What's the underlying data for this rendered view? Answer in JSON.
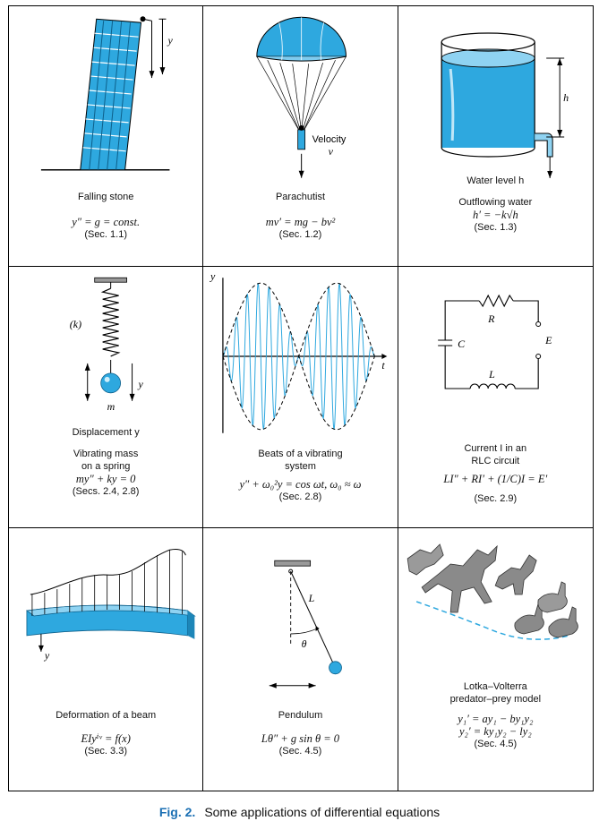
{
  "cells": [
    {
      "title": "Falling stone",
      "eq": "y″ = g = const.",
      "sec": "(Sec. 1.1)",
      "y_label": "y"
    },
    {
      "title": "Parachutist",
      "eq": "mv′ = mg − bv²",
      "sec": "(Sec. 1.2)",
      "velocity_label": "Velocity",
      "v_label": "v"
    },
    {
      "title1": "Water level h",
      "title2": "Outflowing water",
      "eq": "h′ = −k√h",
      "sec": "(Sec. 1.3)",
      "h_label": "h"
    },
    {
      "title1": "Displacement y",
      "title2": "Vibrating mass",
      "title3": "on a spring",
      "eq": "my″ + ky = 0",
      "sec": "(Secs. 2.4, 2.8)",
      "k_label": "(k)",
      "m_label": "m",
      "y_label": "y"
    },
    {
      "title1": "Beats of a vibrating",
      "title2": "system",
      "eq": "y″ + ω₀²y = cos ωt,   ω₀ ≈ ω",
      "sec": "(Sec. 2.8)",
      "y_label": "y",
      "t_label": "t"
    },
    {
      "title1": "Current I in an",
      "title2": "RLC circuit",
      "eq": "LI″ + RI′ + (1/C)I = E′",
      "sec": "(Sec. 2.9)",
      "R_label": "R",
      "C_label": "C",
      "L_label": "L",
      "E_label": "E"
    },
    {
      "title": "Deformation of a beam",
      "eq": "EIyⁱᵛ = f(x)",
      "sec": "(Sec. 3.3)",
      "y_label": "y"
    },
    {
      "title": "Pendulum",
      "eq": "Lθ″ + g sin θ = 0",
      "sec": "(Sec. 4.5)",
      "L_label": "L",
      "theta_label": "θ"
    },
    {
      "title1": "Lotka–Volterra",
      "title2": "predator–prey model",
      "eq1": "y₁′ = ay₁ − by₁y₂",
      "eq2": "y₂′ = ky₁y₂ − ly₂",
      "sec": "(Sec. 4.5)"
    }
  ],
  "caption": {
    "fig": "Fig. 2.",
    "text": "Some applications of differential equations"
  },
  "colors": {
    "blue": "#2ea8df",
    "light_blue": "#8fd3f2",
    "caption_blue": "#1a6fb3"
  }
}
